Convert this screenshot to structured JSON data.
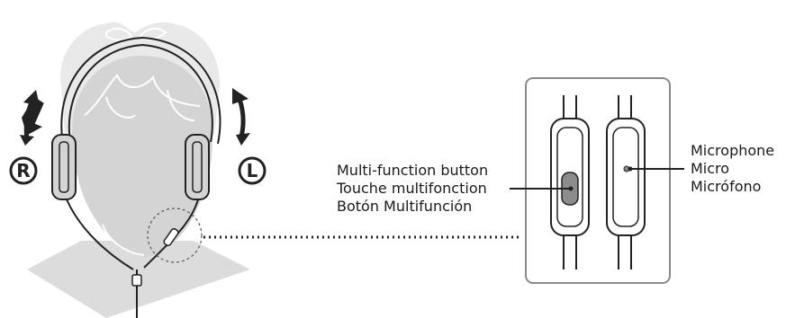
{
  "head_side_marks": {
    "right": "R",
    "left": "L"
  },
  "multifunction_button_labels": [
    "Multi-function button",
    "Touche multifonction",
    "Botón Multifunción"
  ],
  "microphone_labels": [
    "Microphone",
    "Micro",
    "Micrófono"
  ],
  "colors": {
    "head_fill": "#d4d4d4",
    "back_figure_fill": "#e9e9e9",
    "hair_fill": "#e6e6e6",
    "floor_fill": "#dcdcdc",
    "line": "#222222",
    "panel_border": "#8a8a8a",
    "button_fill": "#8c8c8c"
  }
}
